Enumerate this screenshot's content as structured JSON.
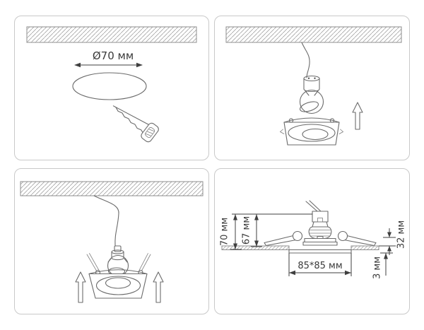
{
  "diagram": {
    "step1": {
      "hole_diameter_label": "Ø70 мм"
    },
    "step4": {
      "total_height_label": "70 мм",
      "body_height_label": "67 мм",
      "recess_height_label": "32 мм",
      "flange_thickness_label": "3 мм",
      "cutout_size_label": "85*85 мм"
    }
  }
}
